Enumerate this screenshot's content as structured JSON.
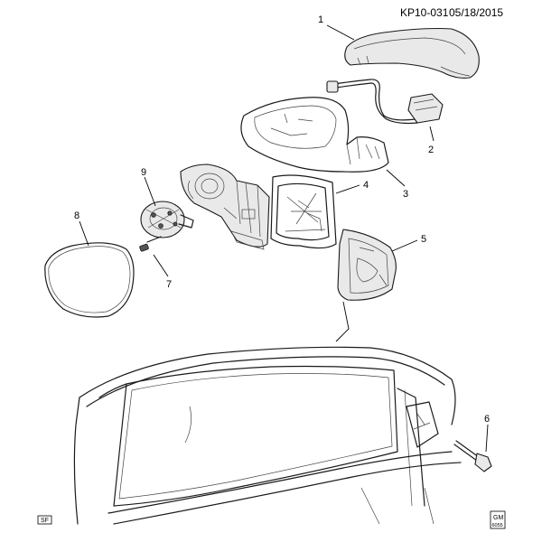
{
  "header": {
    "ref_code": "KP10-031",
    "date": "05/18/2015"
  },
  "callouts": [
    "1",
    "2",
    "3",
    "4",
    "5",
    "6",
    "7",
    "8",
    "9"
  ],
  "footer": {
    "left_badge": "SF",
    "gm_top": "GM",
    "gm_bottom": "6055"
  }
}
